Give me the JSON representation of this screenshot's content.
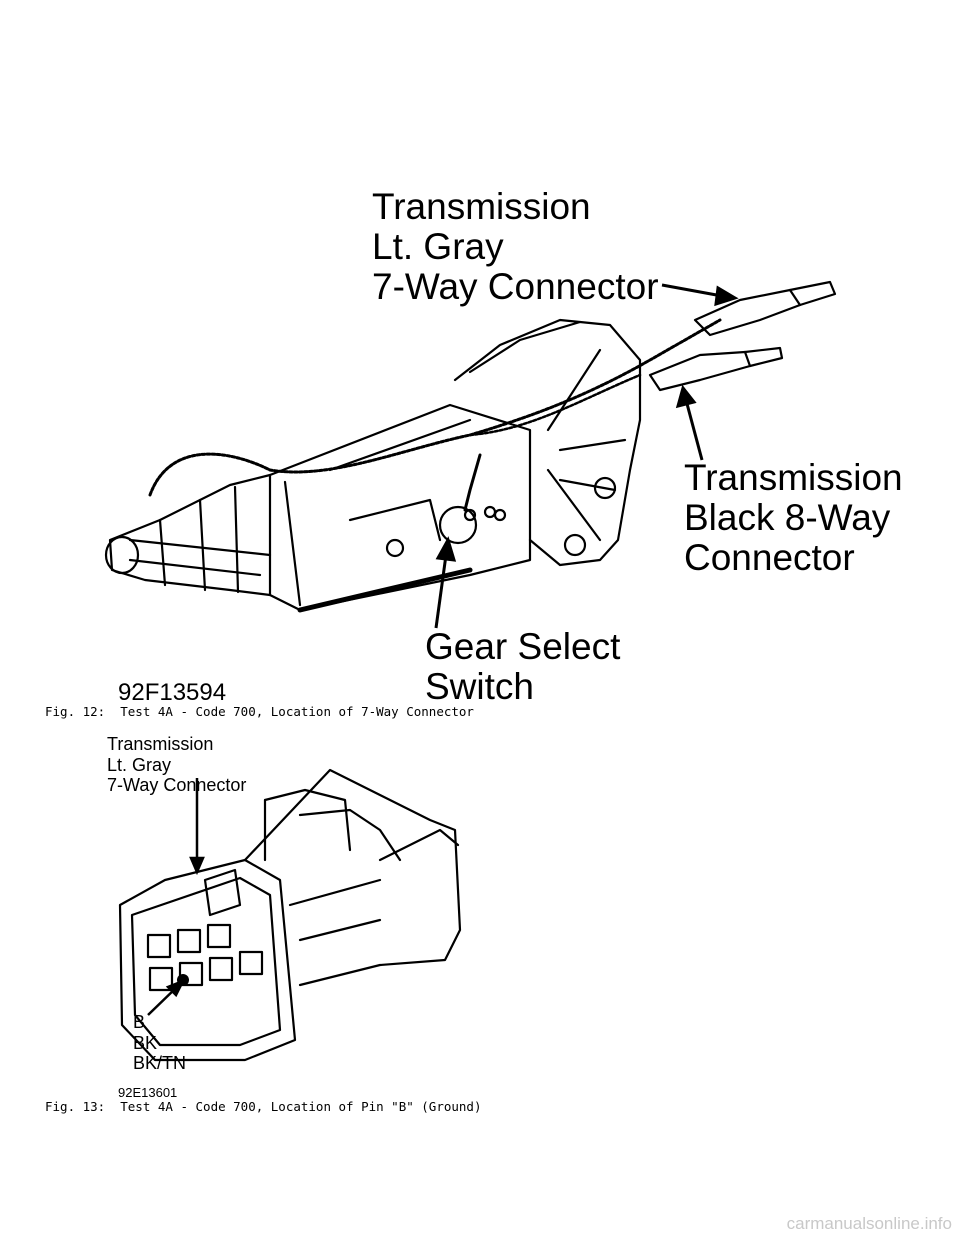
{
  "figure12": {
    "callouts": {
      "seven_way": [
        "Transmission",
        "Lt. Gray",
        "7-Way Connector"
      ],
      "eight_way": [
        "Transmission",
        "Black 8-Way",
        "Connector"
      ],
      "gear_switch": [
        "Gear Select",
        "Switch"
      ]
    },
    "figure_id": "92F13594",
    "caption": "Fig. 12:  Test 4A - Code 700, Location of 7-Way Connector"
  },
  "figure13": {
    "callouts": {
      "connector": [
        "Transmission",
        "Lt. Gray",
        "7-Way Connector"
      ],
      "pin": [
        "B",
        "BK",
        "BK/TN"
      ]
    },
    "figure_id": "92E13601",
    "caption": "Fig. 13:  Test 4A - Code 700, Location of Pin \"B\" (Ground)"
  },
  "watermark": "carmanualsonline.info"
}
